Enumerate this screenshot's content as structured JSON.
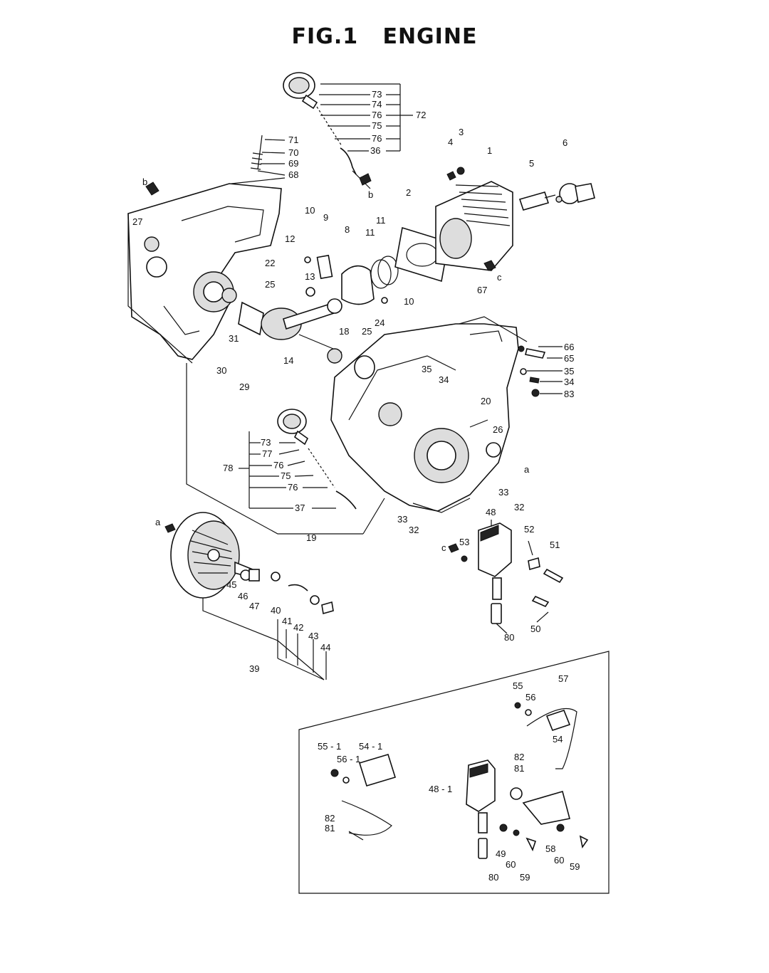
{
  "figure": {
    "number": "FIG.1",
    "name": "ENGINE"
  },
  "part_labels": {
    "p1": "1",
    "p2": "2",
    "p3": "3",
    "p4": "4",
    "p5": "5",
    "p6": "6",
    "p8": "8",
    "p9": "9",
    "p10a": "10",
    "p10b": "10",
    "p11a": "11",
    "p11b": "11",
    "p12": "12",
    "p13": "13",
    "p14": "14",
    "p18": "18",
    "p19": "19",
    "p20": "20",
    "p22": "22",
    "p24": "24",
    "p25a": "25",
    "p25b": "25",
    "p26": "26",
    "p27": "27",
    "p29": "29",
    "p30": "30",
    "p31": "31",
    "p32a": "32",
    "p32b": "32",
    "p33a": "33",
    "p33b": "33",
    "p34a": "34",
    "p34b": "34",
    "p35a": "35",
    "p35b": "35",
    "p36": "36",
    "p37": "37",
    "p39": "39",
    "p40": "40",
    "p41": "41",
    "p42": "42",
    "p43": "43",
    "p44": "44",
    "p45": "45",
    "p46": "46",
    "p47": "47",
    "p48": "48",
    "p48_1": "48 - 1",
    "p49": "49",
    "p50": "50",
    "p51": "51",
    "p52": "52",
    "p53": "53",
    "p54": "54",
    "p54_1": "54 - 1",
    "p55": "55",
    "p55_1": "55 - 1",
    "p56": "56",
    "p56_1": "56 - 1",
    "p57": "57",
    "p58": "58",
    "p59a": "59",
    "p59b": "59",
    "p60a": "60",
    "p60b": "60",
    "p65": "65",
    "p66": "66",
    "p67": "67",
    "p68": "68",
    "p69": "69",
    "p70": "70",
    "p71": "71",
    "p72": "72",
    "p73a": "73",
    "p73b": "73",
    "p74": "74",
    "p75a": "75",
    "p75b": "75",
    "p76a": "76",
    "p76b": "76",
    "p76c": "76",
    "p76d": "76",
    "p77": "77",
    "p78": "78",
    "p80a": "80",
    "p80b": "80",
    "p81a": "81",
    "p81b": "81",
    "p82a": "82",
    "p82b": "82",
    "p83": "83"
  },
  "connector_letters": {
    "a1": "a",
    "a2": "a",
    "b1": "b",
    "b2": "b",
    "c1": "c",
    "c2": "c"
  }
}
